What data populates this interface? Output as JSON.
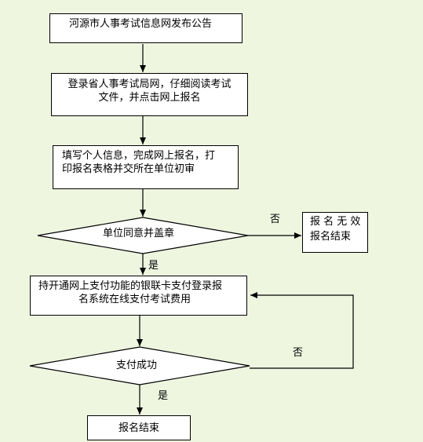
{
  "colors": {
    "background": "#eef6e0",
    "box_fill": "#ffffff",
    "stroke": "#000000"
  },
  "steps": {
    "announce": "河源市人事考试信息网发布公告",
    "login_line1": "登录省人事考试局网，仔细阅读考试",
    "login_line2": "文件，并点击网上报名",
    "fill_line1": "填写个人信息，完成网上报名，打",
    "fill_line2": "印报名表格并交所在单位初审",
    "unit_agree": "单位同意并盖章",
    "invalid_line1": "报 名 无 效",
    "invalid_line2": "报名结束",
    "pay_line1": "持开通网上支付功能的银联卡支付登录报",
    "pay_line2": "名系统在线支付考试费用",
    "pay_success": "支付成功",
    "end": "报名结束"
  },
  "edges": {
    "no_1": "否",
    "yes_1": "是",
    "no_2": "否",
    "yes_2": "是"
  }
}
